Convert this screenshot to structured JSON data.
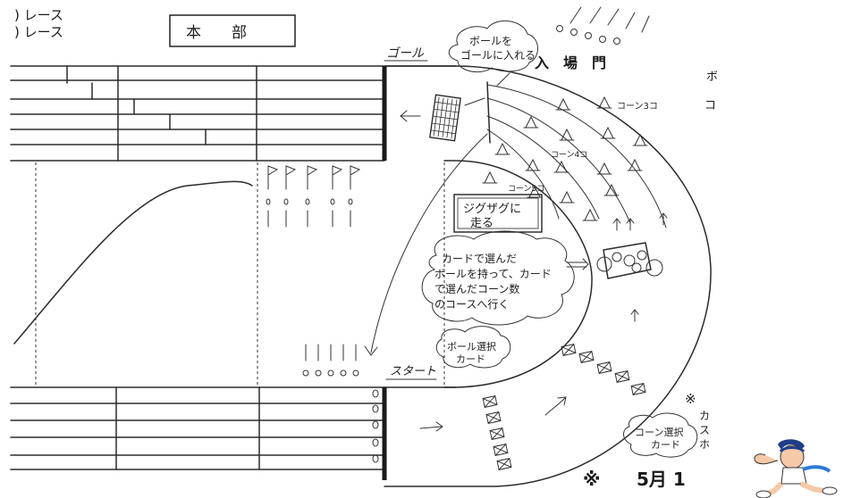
{
  "header": {
    "race_line_1": ") レース",
    "race_line_2": ") レース",
    "honbu_label": "本　　部"
  },
  "labels": {
    "goal": "ゴール",
    "goal_bubble_line_1": "ボールを",
    "goal_bubble_line_2": "ゴールに入れる",
    "entrance": "入　場　門",
    "start": "スタート",
    "cone_row_1": "コーン3コ",
    "cone_row_2": "コーン4コ",
    "cone_row_3": "コーン5コ",
    "zigzag_line_1": "ジグザグに",
    "zigzag_line_2": "走る",
    "instruction_line_1": "カードで選んだ",
    "instruction_line_2": "ボールを持って、カード",
    "instruction_line_3": "で選んだコーン数",
    "instruction_line_4": "のコースへ行く",
    "ball_card_line_1": "ボール選択",
    "ball_card_line_2": "カード",
    "cone_card_line_1": "コーン選択",
    "cone_card_line_2": "カード",
    "right_edge_1": "ボ",
    "right_edge_2": "コ",
    "note_mark": "※",
    "note_fragment_1": "カ",
    "note_fragment_2": "ス",
    "note_fragment_3": "ホ",
    "footer_mark": "※",
    "footer_date": "5月 1"
  },
  "icons": {
    "mascot": "running-boy-icon"
  }
}
